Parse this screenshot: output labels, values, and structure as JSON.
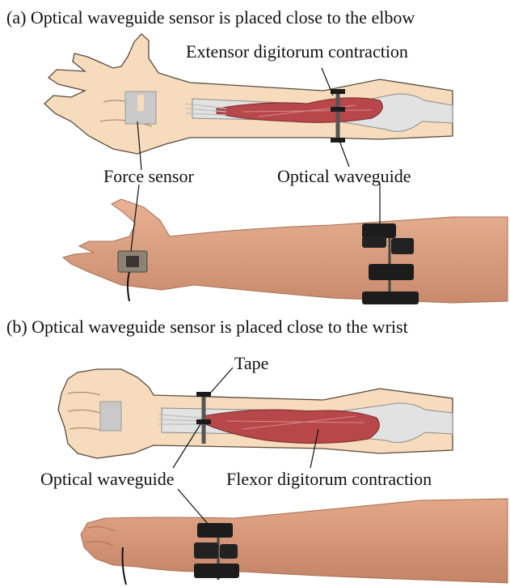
{
  "panel_a": {
    "title": "(a)  Optical waveguide sensor is placed close to the elbow",
    "labels": {
      "muscle": "Extensor digitorum contraction",
      "force_sensor": "Force sensor",
      "waveguide": "Optical waveguide"
    }
  },
  "panel_b": {
    "title": "(b)  Optical waveguide sensor is placed close to the wrist",
    "labels": {
      "tape": "Tape",
      "waveguide": "Optical waveguide",
      "muscle": "Flexor digitorum contraction"
    }
  },
  "colors": {
    "skin_drawing": "#f6dcbc",
    "skin_photo": "#e2a988",
    "muscle": "#b8474a",
    "bone": "#e2e2e2",
    "sensor_pad": "#c9c9c9",
    "tape": "#1c1c1c"
  }
}
